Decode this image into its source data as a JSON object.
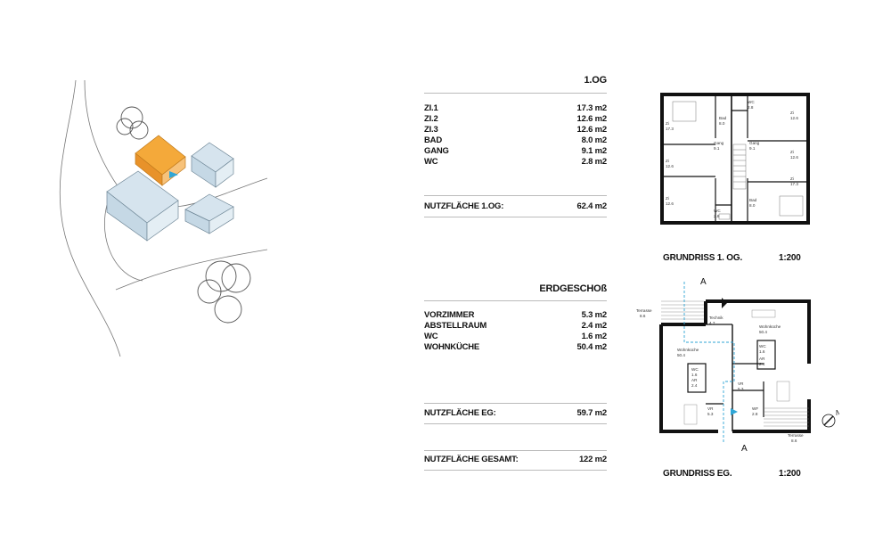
{
  "og": {
    "title": "1.OG",
    "rows": [
      {
        "label": "ZI.1",
        "value": "17.3 m2"
      },
      {
        "label": "ZI.2",
        "value": "12.6 m2"
      },
      {
        "label": "ZI.3",
        "value": "12.6 m2"
      },
      {
        "label": "BAD",
        "value": "8.0  m2"
      },
      {
        "label": "GANG",
        "value": "9.1 m2"
      },
      {
        "label": "WC",
        "value": "2.8 m2"
      }
    ],
    "total_label": "NUTZFLÄCHE 1.OG:",
    "total_value": "62.4 m2"
  },
  "eg": {
    "title": "ERDGESCHOß",
    "rows": [
      {
        "label": "VORZIMMER",
        "value": "5.3 m2"
      },
      {
        "label": "ABSTELLRAUM",
        "value": "2.4 m2"
      },
      {
        "label": "WC",
        "value": "1.6 m2"
      },
      {
        "label": "WOHNKÜCHE",
        "value": "50.4 m2"
      }
    ],
    "total_label": "NUTZFLÄCHE EG:",
    "total_value": "59.7 m2"
  },
  "gesamt": {
    "label": "NUTZFLÄCHE GESAMT:",
    "value": "122 m2"
  },
  "plan_og": {
    "caption": "GRUNDRISS 1. OG.",
    "scale": "1:200",
    "rooms": [
      {
        "name": "Zi",
        "area": "17.3"
      },
      {
        "name": "Bad",
        "area": "8.0"
      },
      {
        "name": "WC",
        "area": "2.8"
      },
      {
        "name": "Zi",
        "area": "12.6"
      },
      {
        "name": "Gang",
        "area": "9.1"
      },
      {
        "name": "Gang",
        "area": "9.1"
      },
      {
        "name": "Zi",
        "area": "12.6"
      },
      {
        "name": "Zi",
        "area": "12.6"
      },
      {
        "name": "Zi",
        "area": "17.3"
      },
      {
        "name": "Zi",
        "area": "12.6"
      },
      {
        "name": "Bad",
        "area": "8.0"
      },
      {
        "name": "WC",
        "area": "2.8"
      }
    ]
  },
  "plan_eg": {
    "caption": "GRUNDRISS EG.",
    "scale": "1:200",
    "section_top": "A",
    "section_bottom": "A",
    "north": "N",
    "rooms": [
      {
        "name": "Terrasse",
        "area": "8.6"
      },
      {
        "name": "Technik",
        "area": "4.7"
      },
      {
        "name": "Wohnküche",
        "area": "50.4"
      },
      {
        "name": "Wohnküche",
        "area": "50.4"
      },
      {
        "name": "WC",
        "area": "1.6"
      },
      {
        "name": "AR",
        "area": "2.4"
      },
      {
        "name": "WC",
        "area": "1.6"
      },
      {
        "name": "AR",
        "area": "2.4"
      },
      {
        "name": "VR",
        "area": "5.3"
      },
      {
        "name": "VR",
        "area": "5.3"
      },
      {
        "name": "WF",
        "area": "2.8"
      },
      {
        "name": "Terrasse",
        "area": "8.6"
      }
    ]
  },
  "colors": {
    "highlight": "#f4a93a",
    "building": "#d6e4ee",
    "accent": "#2fa6d6"
  }
}
